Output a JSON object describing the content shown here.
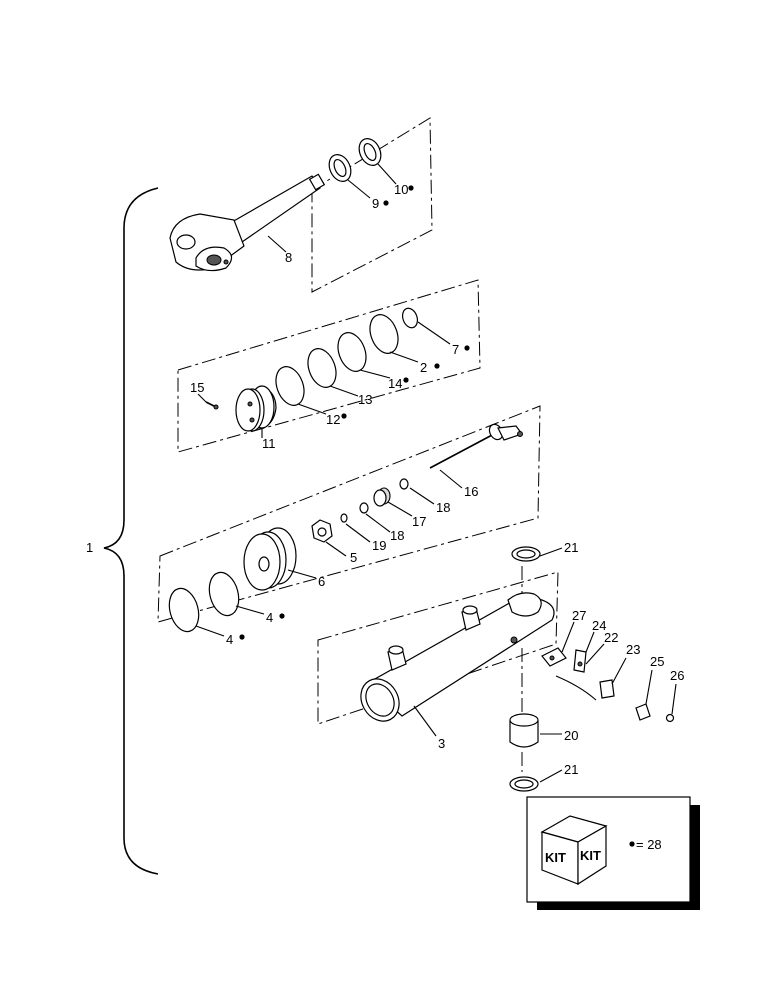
{
  "callouts": [
    {
      "num": "1",
      "dot": false
    },
    {
      "num": "2",
      "dot": true
    },
    {
      "num": "3",
      "dot": false
    },
    {
      "num": "4",
      "dot": true
    },
    {
      "num": "4",
      "dot": true
    },
    {
      "num": "5",
      "dot": false
    },
    {
      "num": "6",
      "dot": false
    },
    {
      "num": "7",
      "dot": true
    },
    {
      "num": "8",
      "dot": false
    },
    {
      "num": "9",
      "dot": true
    },
    {
      "num": "10",
      "dot": true
    },
    {
      "num": "11",
      "dot": false
    },
    {
      "num": "12",
      "dot": true
    },
    {
      "num": "13",
      "dot": false
    },
    {
      "num": "14",
      "dot": true
    },
    {
      "num": "15",
      "dot": false
    },
    {
      "num": "16",
      "dot": false
    },
    {
      "num": "17",
      "dot": false
    },
    {
      "num": "18",
      "dot": false
    },
    {
      "num": "18",
      "dot": false
    },
    {
      "num": "19",
      "dot": false
    },
    {
      "num": "20",
      "dot": false
    },
    {
      "num": "21",
      "dot": false
    },
    {
      "num": "21",
      "dot": false
    },
    {
      "num": "22",
      "dot": false
    },
    {
      "num": "23",
      "dot": false
    },
    {
      "num": "24",
      "dot": false
    },
    {
      "num": "25",
      "dot": false
    },
    {
      "num": "26",
      "dot": false
    },
    {
      "num": "27",
      "dot": false
    }
  ],
  "kit_legend": {
    "box_face_left": "KIT",
    "box_face_right": "KIT",
    "equals_text": "= 28",
    "marker_icon": "bullet-dot"
  }
}
